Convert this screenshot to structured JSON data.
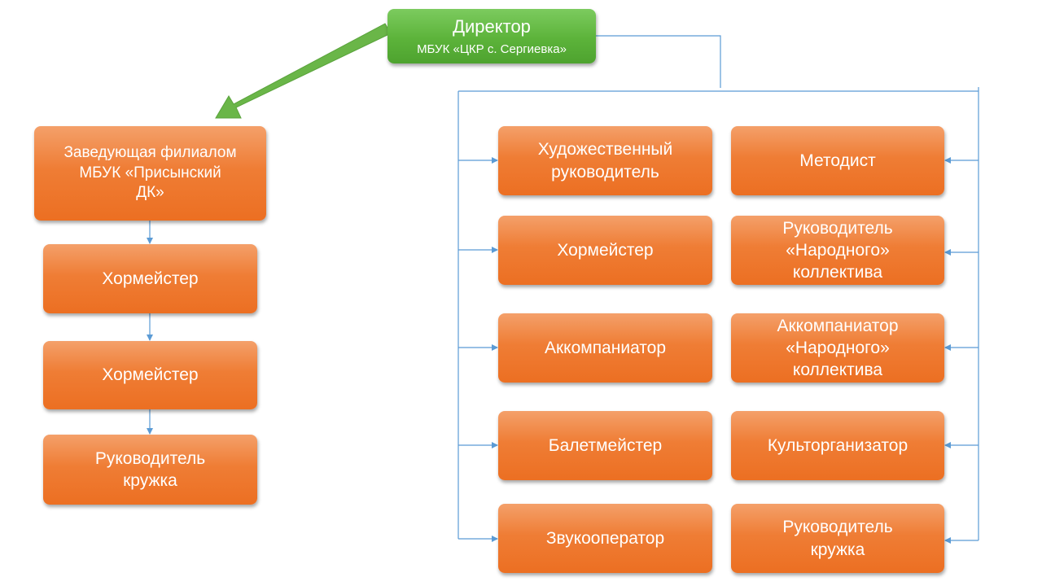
{
  "director": {
    "title": "Директор",
    "subtitle": "МБУК «ЦКР с. Сергиевка»"
  },
  "branch": {
    "head": "Заведующая филиалом\nМБУК «Присынский\nДК»",
    "staff": [
      "Хормейстер",
      "Хормейстер",
      "Руководитель\nкружка"
    ]
  },
  "main_left": [
    "Художественный\nруководитель",
    "Хормейстер",
    "Аккомпаниатор",
    "Балетмейстер",
    "Звукооператор"
  ],
  "main_right": [
    "Методист",
    "Руководитель\n«Народного»\nколлектива",
    "Аккомпаниатор\n«Народного»\nколлектива",
    "Культорганизатор",
    "Руководитель\nкружка"
  ],
  "colors": {
    "node_orange": "#ef7d35",
    "node_green": "#5cb33a",
    "connector_blue": "#5b9bd5",
    "arrow_green": "#6ab648"
  }
}
